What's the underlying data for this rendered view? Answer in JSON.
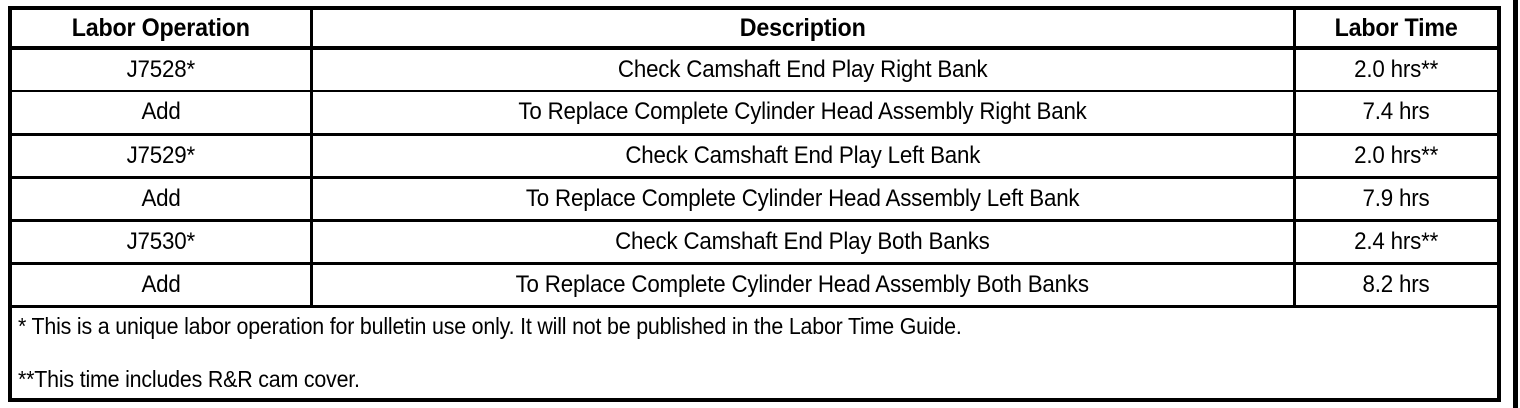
{
  "table": {
    "columns": [
      {
        "id": "labor_operation",
        "label": "Labor Operation"
      },
      {
        "id": "description",
        "label": "Description"
      },
      {
        "id": "labor_time",
        "label": "Labor Time"
      }
    ],
    "rows": [
      {
        "labor_operation": "J7528*",
        "description": "Check Camshaft End Play Right Bank",
        "labor_time": "2.0 hrs**"
      },
      {
        "labor_operation": "Add",
        "description": "To Replace Complete Cylinder Head Assembly Right Bank",
        "labor_time": "7.4 hrs"
      },
      {
        "labor_operation": "J7529*",
        "description": "Check Camshaft End Play Left Bank",
        "labor_time": "2.0 hrs**"
      },
      {
        "labor_operation": "Add",
        "description": "To Replace Complete Cylinder Head Assembly Left Bank",
        "labor_time": "7.9 hrs"
      },
      {
        "labor_operation": "J7530*",
        "description": "Check Camshaft End Play Both Banks",
        "labor_time": "2.4 hrs**"
      },
      {
        "labor_operation": "Add",
        "description": "To Replace Complete Cylinder Head Assembly Both Banks",
        "labor_time": "8.2 hrs"
      }
    ],
    "footnotes": [
      "* This is a unique labor operation for bulletin use only. It will not be published in the Labor Time Guide.",
      "**This time includes R&R cam cover."
    ]
  },
  "colors": {
    "border": "#000000",
    "text": "#000000",
    "background": "#ffffff"
  }
}
